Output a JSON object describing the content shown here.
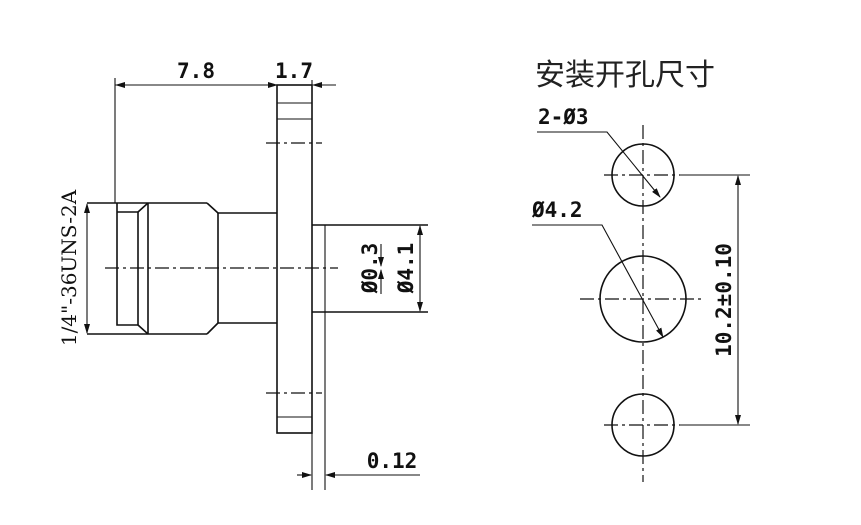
{
  "side_view": {
    "dim_length": "7.8",
    "dim_flange": "1.7",
    "dim_thread": "1/4\"-36UNS-2A",
    "dim_pin": "Ø0.3",
    "dim_pin_body": "Ø4.1",
    "dim_offset": "0.12"
  },
  "panel_cutout": {
    "title": "安装开孔尺寸",
    "small_holes": "2-Ø3",
    "center_hole": "Ø4.2",
    "spacing": "10.2±0.10"
  }
}
